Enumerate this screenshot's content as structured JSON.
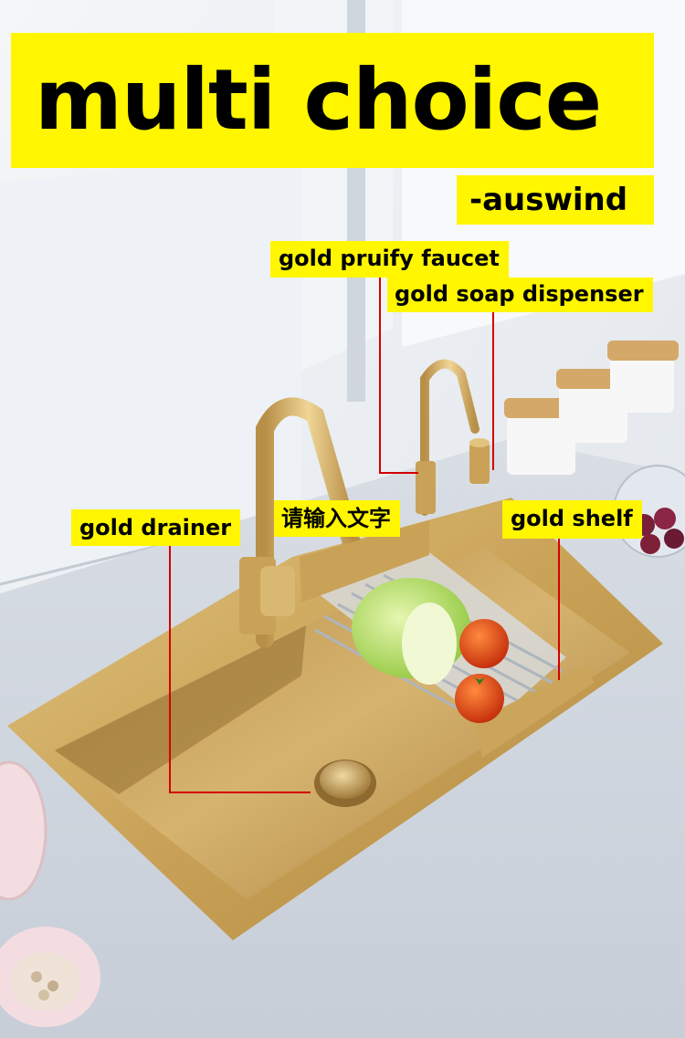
{
  "title": "multi choice",
  "brand": "-auswind",
  "labels": {
    "faucet": "gold pruify faucet",
    "soap": "gold soap dispenser",
    "drainer": "gold drainer",
    "placeholder": "请输入文字",
    "shelf": "gold shelf"
  },
  "colors": {
    "label_bg": "#fff600",
    "leader_line": "#d40000",
    "gold": "#caa55a"
  }
}
